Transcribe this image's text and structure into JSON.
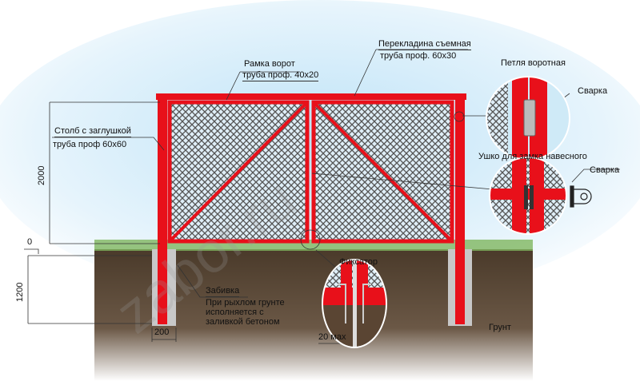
{
  "labels": {
    "frame_title": "Рамка ворот",
    "frame_spec": "труба проф. 40х20",
    "crossbar_title": "Перекладина съемная",
    "crossbar_spec": "труба проф. 60х30",
    "post_title": "Столб с заглушкой",
    "post_spec": "труба проф 60х60",
    "hinge_title": "Петля воротная",
    "weld_1": "Сварка",
    "lock_eye_title": "Ушко для замка навесного",
    "weld_2": "Сварка",
    "fixator": "Фиксатор",
    "driving_title": "Забивка",
    "driving_note_1": "При рыхлом грунте",
    "driving_note_2": "исполняется с",
    "driving_note_3": "заливкой бетоном",
    "soil": "Грунт"
  },
  "dimensions": {
    "height_above": "2000",
    "zero_level": "0",
    "depth": "1200",
    "sleeve_width": "200",
    "gap_max": "20 мах"
  },
  "watermark": "zabor.ru",
  "colors": {
    "frame_red": "#e8101a",
    "soil": "#5e4a38",
    "grass": "#6aa84f",
    "sky": "#bfe3f7",
    "concrete": "#c8c8c8"
  }
}
